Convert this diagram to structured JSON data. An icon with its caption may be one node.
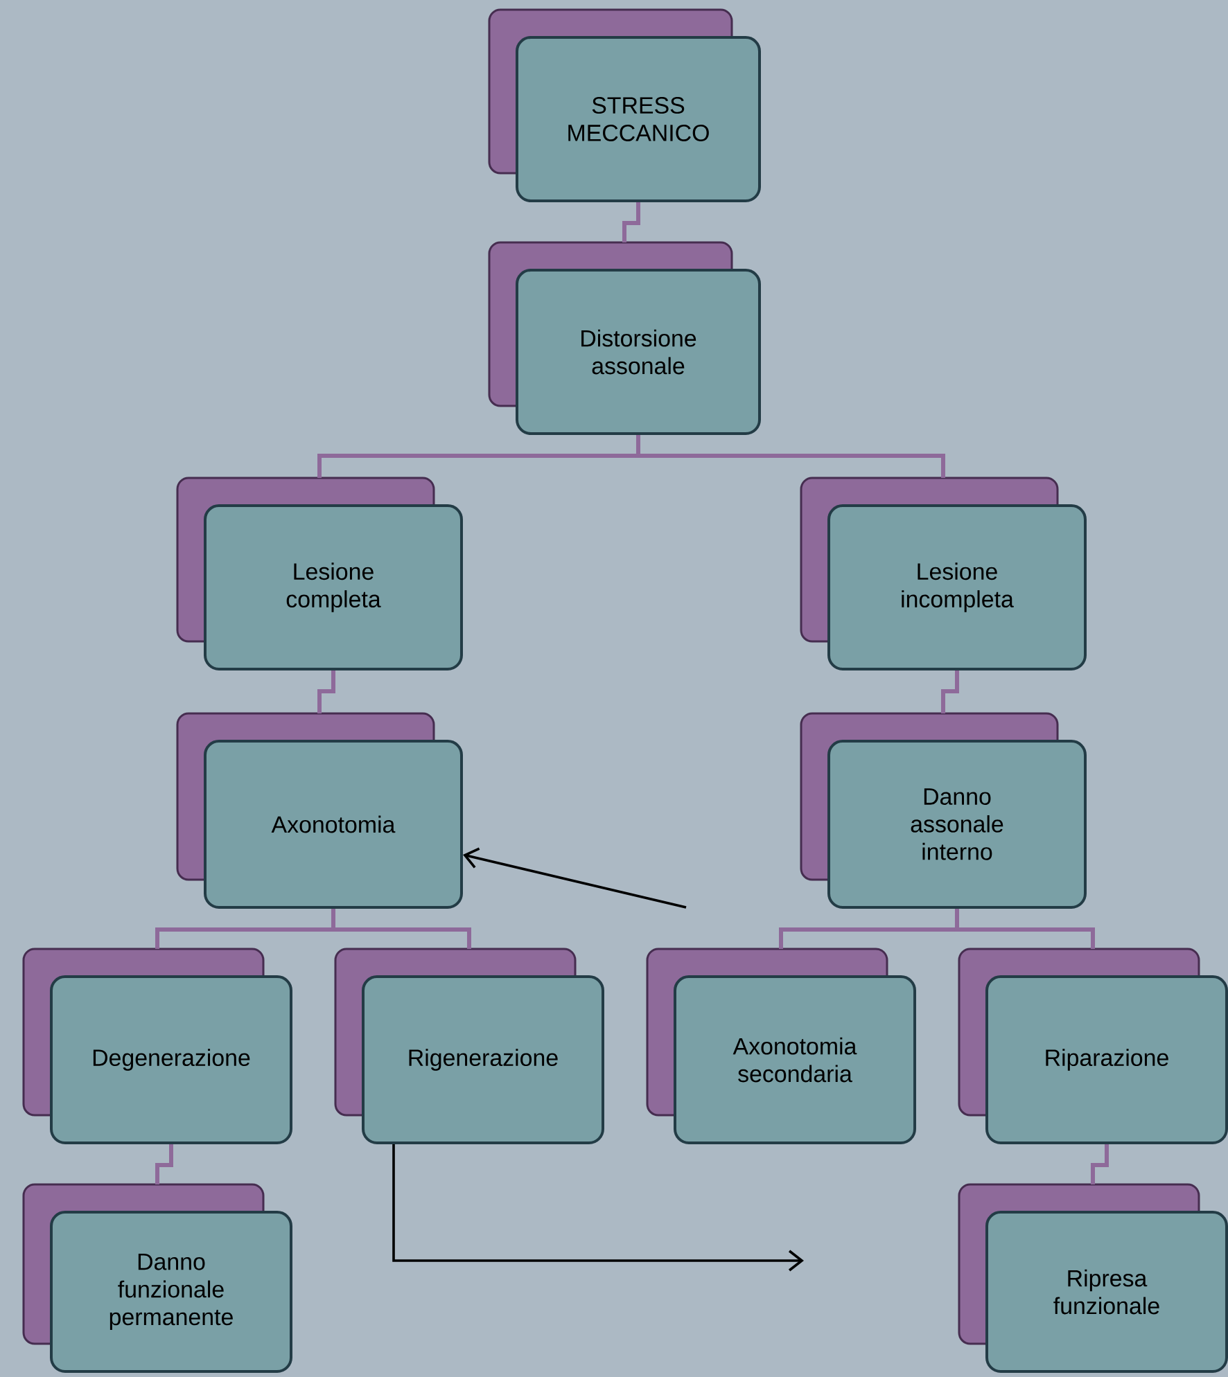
{
  "diagram": {
    "nodes": [
      {
        "text": [
          "STRESS MECCANICO"
        ]
      },
      {
        "text": [
          "Distorsione assonale"
        ]
      },
      {
        "text": [
          "Lesione completa"
        ]
      },
      {
        "text": [
          "Lesione incompleta"
        ]
      },
      {
        "text": [
          "Axonotomia"
        ]
      },
      {
        "text": [
          "Danno assonale interno"
        ]
      },
      {
        "text": [
          "Degenerazione"
        ]
      },
      {
        "text": [
          "Rigenerazione"
        ]
      },
      {
        "text": [
          "Axonotomia secondaria"
        ]
      },
      {
        "text": [
          "Riparazione"
        ]
      },
      {
        "text": [
          "Danno funzionale permanente"
        ]
      },
      {
        "text": [
          "Ripresa funzionale"
        ]
      }
    ],
    "edges": [
      {
        "from": 0,
        "to": 1,
        "arrow": "none"
      },
      {
        "from": 1,
        "to": 2,
        "arrow": "none"
      },
      {
        "from": 1,
        "to": 3,
        "arrow": "none"
      },
      {
        "from": 2,
        "to": 4,
        "arrow": "none"
      },
      {
        "from": 3,
        "to": 5,
        "arrow": "none"
      },
      {
        "from": 4,
        "to": 6,
        "arrow": "none"
      },
      {
        "from": 4,
        "to": 7,
        "arrow": "none"
      },
      {
        "from": 5,
        "to": 8,
        "arrow": "none"
      },
      {
        "from": 5,
        "to": 9,
        "arrow": "none"
      },
      {
        "from": 6,
        "to": 10,
        "arrow": "none"
      },
      {
        "from": 9,
        "to": 11,
        "arrow": "none"
      },
      {
        "from": null,
        "to": 4,
        "arrow": "to",
        "color": "#000000"
      },
      {
        "from": 7,
        "to": null,
        "arrow": "to",
        "color": "#000000"
      }
    ]
  }
}
